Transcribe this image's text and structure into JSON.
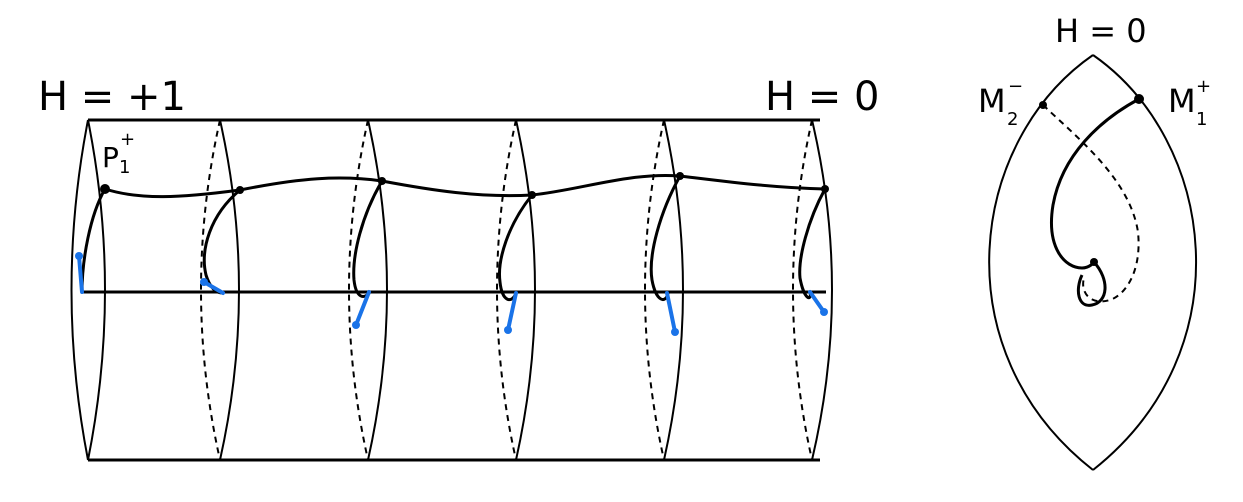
{
  "cylinder": {
    "label_left": "H = +1",
    "label_right": "H = 0",
    "point_label": "P",
    "point_sub": "1",
    "point_sup": "+"
  },
  "lens": {
    "label_top": "H = 0",
    "m2_base": "M",
    "m2_sub": "2",
    "m2_sup": "−",
    "m1_base": "M",
    "m1_sub": "1",
    "m1_sup": "+"
  },
  "colors": {
    "stroke": "#000000",
    "vector": "#1a73e8"
  }
}
